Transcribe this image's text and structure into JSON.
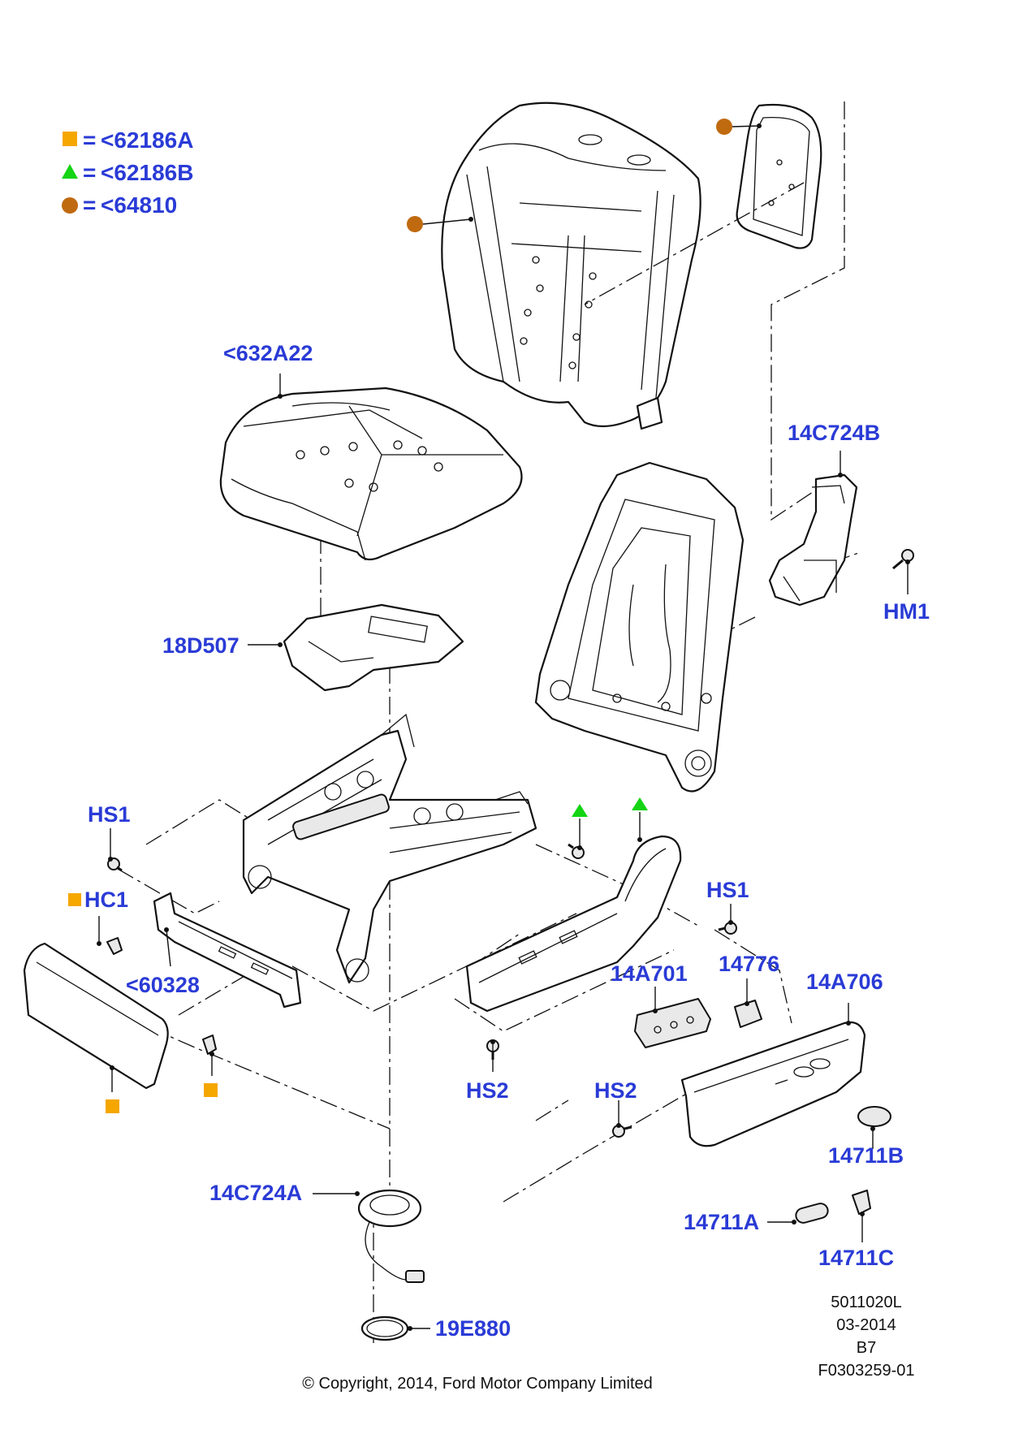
{
  "legend": [
    {
      "symbol": "square",
      "color": "#f5a700",
      "equals": "=",
      "code": "<62186A"
    },
    {
      "symbol": "triangle",
      "color": "#14d414",
      "equals": "=",
      "code": "<62186B"
    },
    {
      "symbol": "circle",
      "color": "#c06a10",
      "equals": "=",
      "code": "<64810"
    }
  ],
  "labels": {
    "backrest_cover": "<632A22",
    "suspension_mat": "18D507",
    "harness_upper": "14C724B",
    "hm1": "HM1",
    "hs1_left": "HS1",
    "hc1": "HC1",
    "shield_bracket": "<60328",
    "hs1_right": "HS1",
    "switch_14a701": "14A701",
    "switch_14776": "14776",
    "trim_14a706": "14A706",
    "hs2_left": "HS2",
    "hs2_right": "HS2",
    "knob_14711b": "14711B",
    "knob_14711a": "14711A",
    "knob_14711c": "14711C",
    "harness_lower": "14C724A",
    "ring_19e880": "19E880"
  },
  "info": {
    "line1": "5011020L",
    "line2": "03-2014",
    "line3": "B7",
    "line4": "F0303259-01"
  },
  "copyright": "© Copyright, 2014, Ford Motor Company Limited",
  "colors": {
    "label_blue": "#2a3bd6",
    "square_orange": "#f5a700",
    "triangle_green": "#14d414",
    "circle_brown": "#c06a10"
  }
}
